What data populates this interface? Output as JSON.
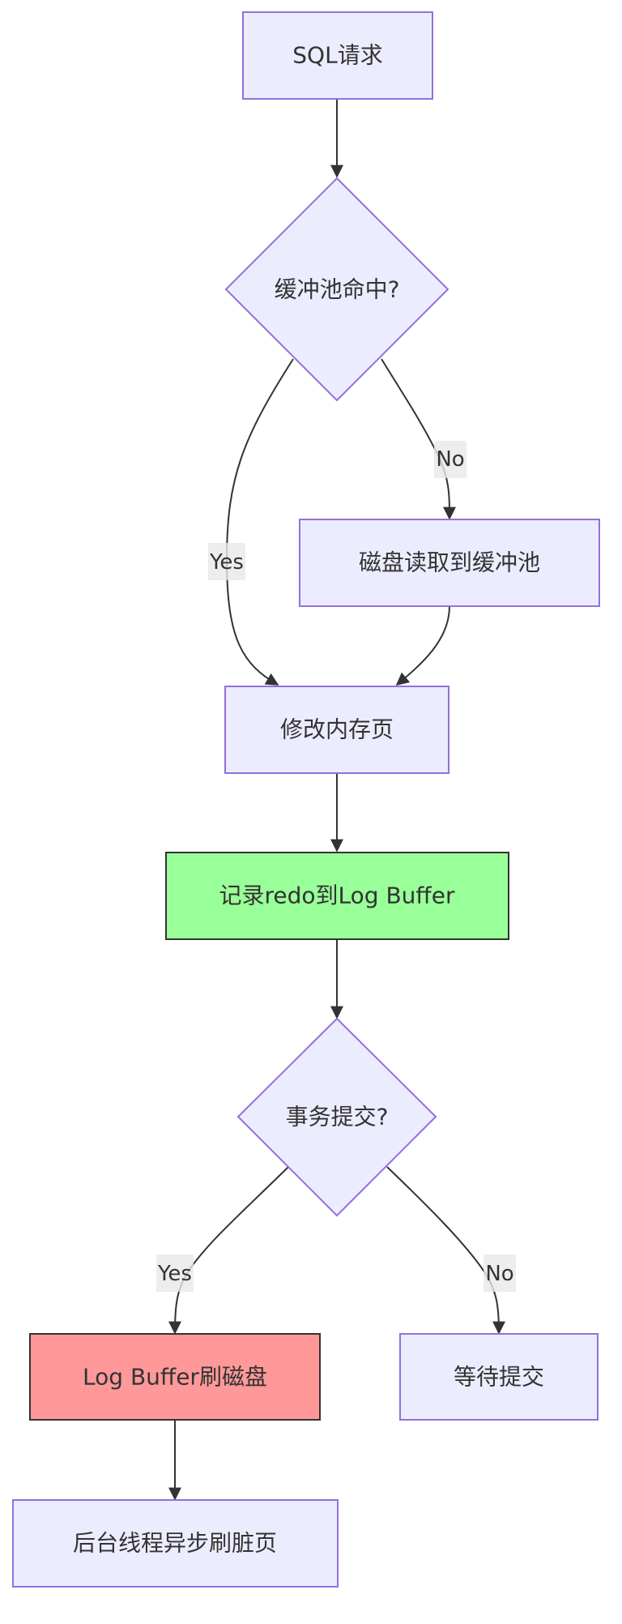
{
  "nodes": {
    "sql": {
      "label": "SQL请求"
    },
    "hit": {
      "label": "缓冲池命中?"
    },
    "disk": {
      "label": "磁盘读取到缓冲池"
    },
    "modify": {
      "label": "修改内存页"
    },
    "redo": {
      "label": "记录redo到Log Buffer"
    },
    "commit": {
      "label": "事务提交?"
    },
    "flush": {
      "label": "Log Buffer刷磁盘"
    },
    "wait": {
      "label": "等待提交"
    },
    "bg": {
      "label": "后台线程异步刷脏页"
    }
  },
  "edges": {
    "hit_yes": {
      "label": "Yes"
    },
    "hit_no": {
      "label": "No"
    },
    "commit_yes": {
      "label": "Yes"
    },
    "commit_no": {
      "label": "No"
    }
  },
  "colors": {
    "node_fill": "#ececff",
    "node_stroke": "#9370db",
    "redo_fill": "#99ff99",
    "flush_fill": "#ff9999",
    "highlight_stroke": "#333333",
    "edge": "#333333",
    "edge_label_bg": "#e8e8e8"
  }
}
